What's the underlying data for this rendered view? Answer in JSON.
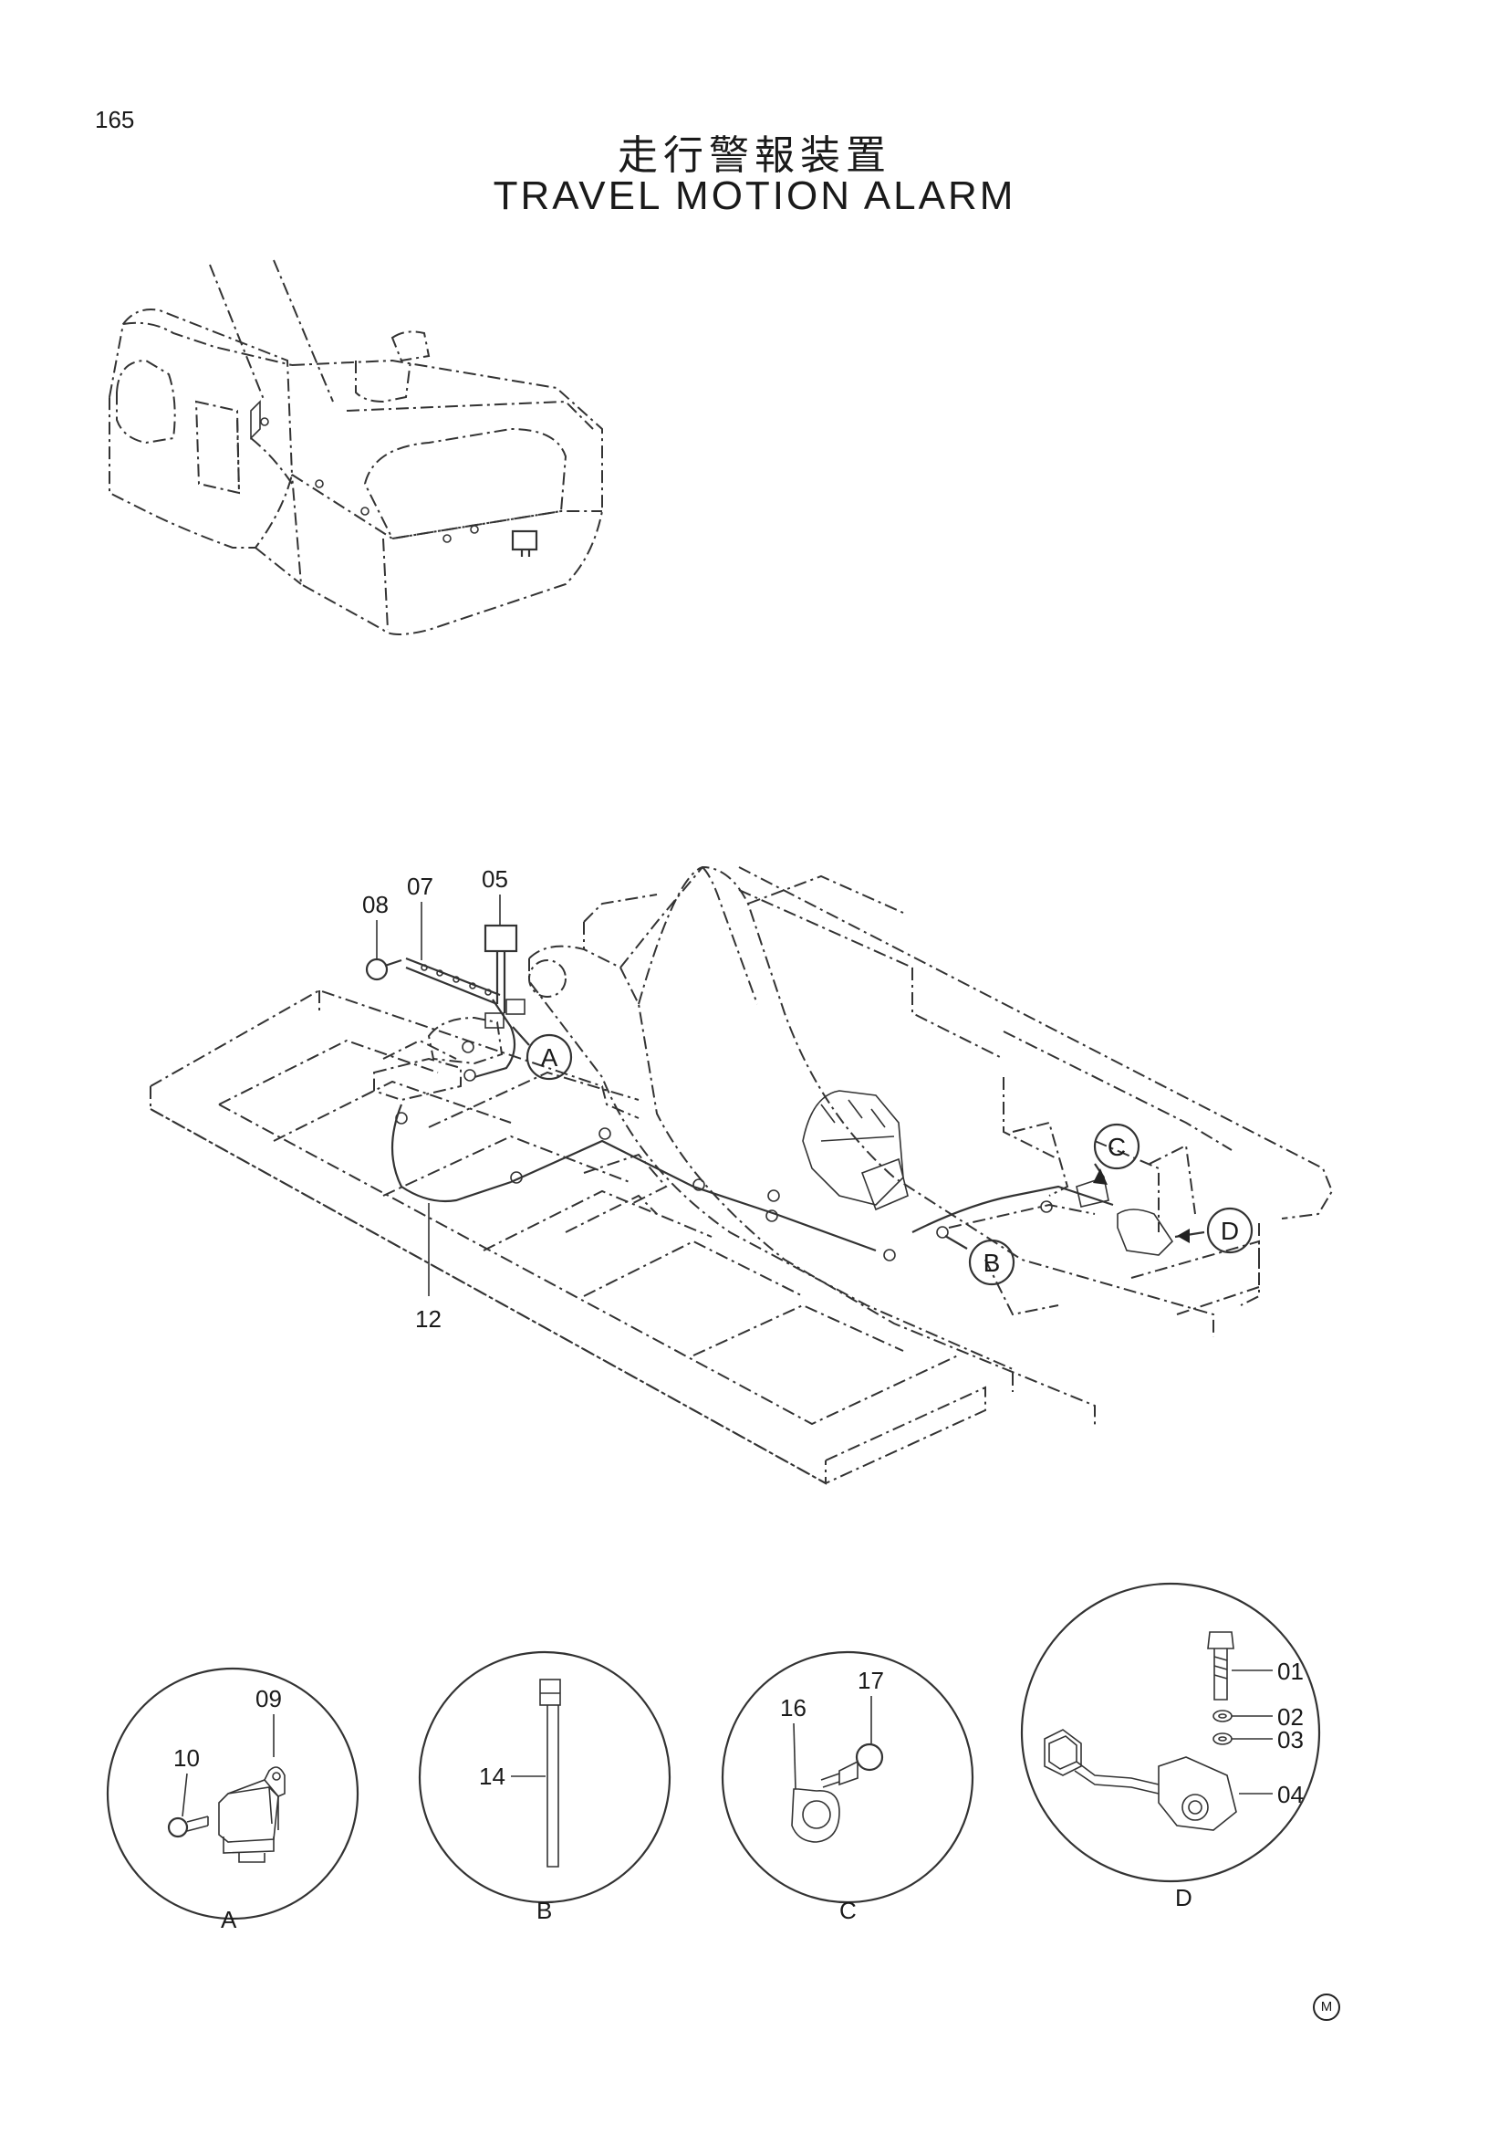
{
  "page_number": "165",
  "title_ja": "走行警報装置",
  "title_en": "TRAVEL MOTION ALARM",
  "callouts": {
    "A": "A",
    "B": "B",
    "C": "C",
    "D": "D"
  },
  "parts": {
    "p01": "01",
    "p02": "02",
    "p03": "03",
    "p04": "04",
    "p05": "05",
    "p07": "07",
    "p08": "08",
    "p09": "09",
    "p10": "10",
    "p12": "12",
    "p14": "14",
    "p16": "16",
    "p17": "17"
  },
  "detail_labels": {
    "A": "A",
    "B": "B",
    "C": "C",
    "D": "D"
  },
  "mark": "M"
}
